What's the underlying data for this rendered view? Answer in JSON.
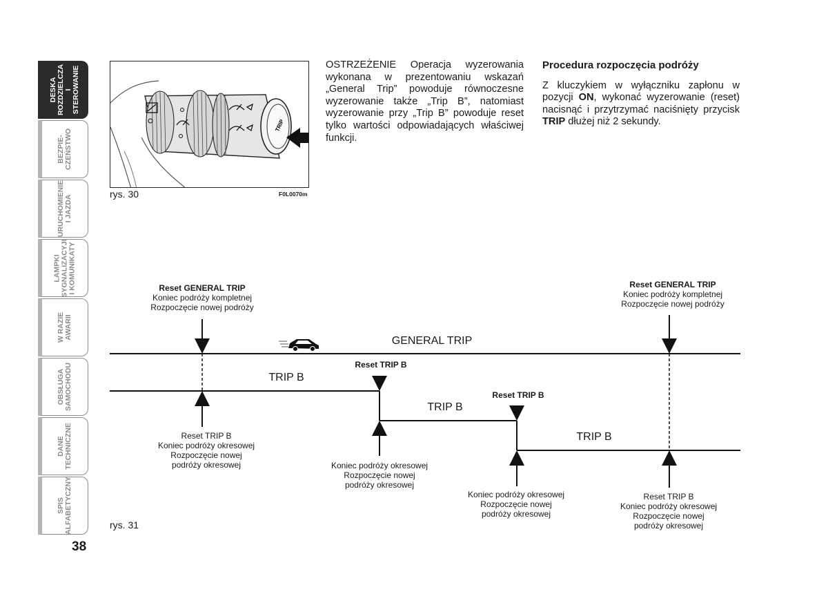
{
  "side_tabs": [
    {
      "label": "DESKA\nROZDZIELCZA\nI STEROWANIE",
      "active": true
    },
    {
      "label": "BEZPIE-\nCZEŃSTWO",
      "active": false
    },
    {
      "label": "URUCHOMIENIE\nI JAZDA",
      "active": false
    },
    {
      "label": "LAMPKI\nSYGNALIZACYJNE\nI KOMUNIKATY",
      "active": false
    },
    {
      "label": "W RAZIE\nAWARII",
      "active": false
    },
    {
      "label": "OBSŁUGA\nSAMOCHODU",
      "active": false
    },
    {
      "label": "DANE\nTECHNICZNE",
      "active": false
    },
    {
      "label": "SPIS\nALFABETYCZNY",
      "active": false
    }
  ],
  "page_number": "38",
  "figure30": {
    "caption": "rys. 30",
    "code": "F0L0070m",
    "button_text": "TRIP"
  },
  "figure31": {
    "caption": "rys. 31"
  },
  "warning_text": "OSTRZEŻENIE Operacja wyzerowania wykonana w prezentowaniu wskazań „General Trip” powoduje równoczesne wyzerowanie także „Trip B”, natomiast wyzerowanie przy „Trip B” powoduje reset tylko wartości odpowiadających właściwej funkcji.",
  "procedure": {
    "heading": "Procedura rozpoczęcia podróży",
    "p1": "Z kluczykiem w wyłączniku zapłonu w pozycji ",
    "on": "ON",
    "p2": ", wykonać wyzerowanie (reset) nacisnąć i przytrzymać naciśnięty przycisk ",
    "trip": "TRIP",
    "p3": " dłużej niż 2 sekundy."
  },
  "diagram": {
    "general_trip_label": "GENERAL TRIP",
    "trip_b_label": "TRIP B",
    "reset_general_bold": "Reset GENERAL TRIP",
    "end_complete": "Koniec podróży kompletnej",
    "start_new": "Rozpoczęcie nowej podróży",
    "reset_trip_b_bold": "Reset TRIP B",
    "reset_trip_b": "Reset TRIP B",
    "end_periodic": "Koniec podróży okresowej",
    "start_new_short": "Rozpoczęcie nowej",
    "periodic_trip": "podróży okresowej"
  }
}
